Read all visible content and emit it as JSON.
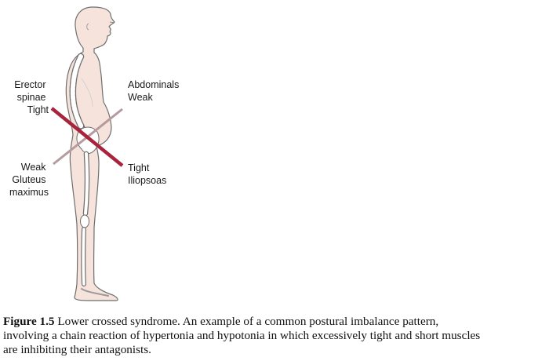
{
  "labels": {
    "erector": [
      "Erector",
      "spinae",
      "Tight"
    ],
    "abdominals": [
      "Abdominals",
      "Weak"
    ],
    "gluteus": [
      "Weak",
      "Gluteus",
      "maximus"
    ],
    "iliopsoas": [
      "Tight",
      "Iliopsoas"
    ]
  },
  "caption": {
    "number": "Figure 1.5",
    "lines": [
      " Lower crossed syndrome. An example of a common postural imbalance pattern,",
      "involving a chain reaction of hypertonia and hypotonia in which excessively tight and short muscles",
      "are inhibiting their antagonists."
    ]
  },
  "colors": {
    "skin": "#f6e4dc",
    "outline": "#6e6e6e",
    "tight_line": "#a8243c",
    "weak_line": "#b59a9e"
  }
}
